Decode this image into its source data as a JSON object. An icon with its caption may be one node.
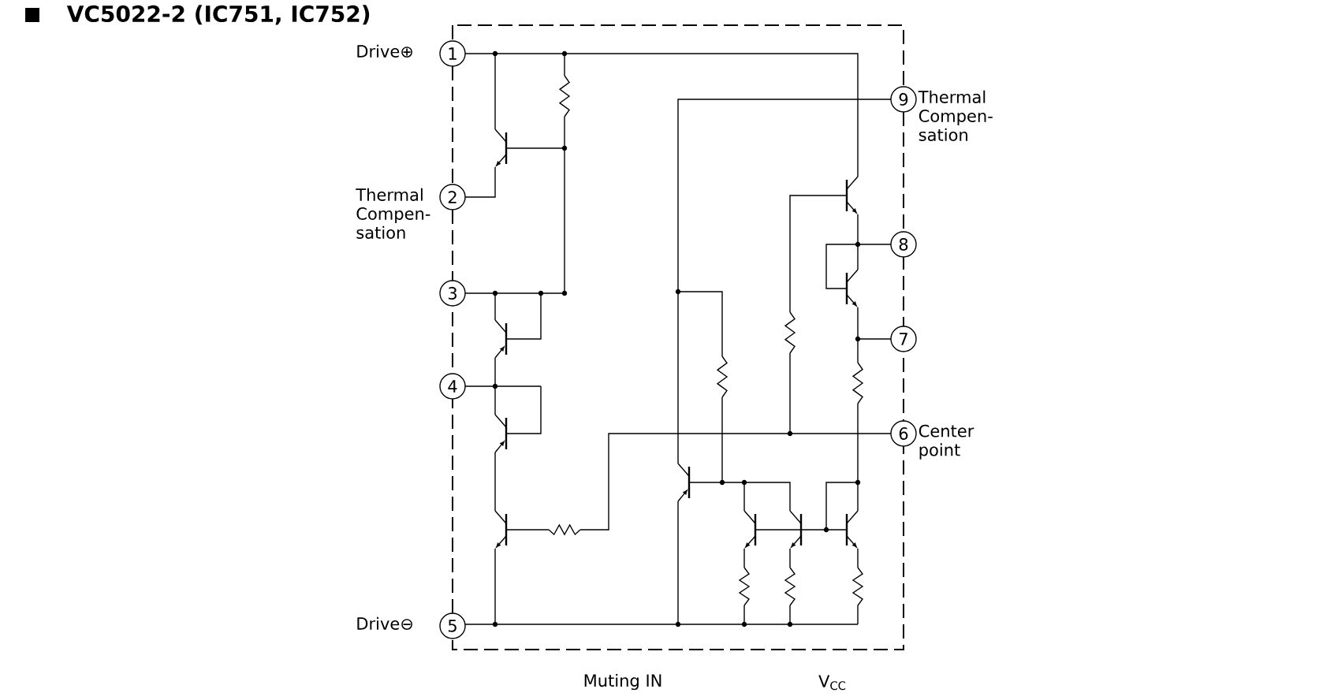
{
  "diagram": {
    "title": "VC5022-2 (IC751, IC752)",
    "nodes": [
      {
        "text": [
          "1"
        ],
        "beside": [
          "Drive⊕"
        ]
      },
      {
        "text": [
          "2"
        ],
        "beside": [
          "Thermal Compen-sation"
        ]
      },
      {
        "text": [
          "3"
        ]
      },
      {
        "text": [
          "4"
        ]
      },
      {
        "text": [
          "5"
        ],
        "beside": [
          "Drive⊖"
        ]
      },
      {
        "text": [
          "6"
        ],
        "beside": [
          "Center point"
        ]
      },
      {
        "text": [
          "7"
        ]
      },
      {
        "text": [
          "8"
        ]
      },
      {
        "text": [
          "9"
        ],
        "beside": [
          "Thermal Compen-sation"
        ]
      }
    ],
    "labels": [
      "Muting IN",
      "V$_{CC}$"
    ]
  }
}
